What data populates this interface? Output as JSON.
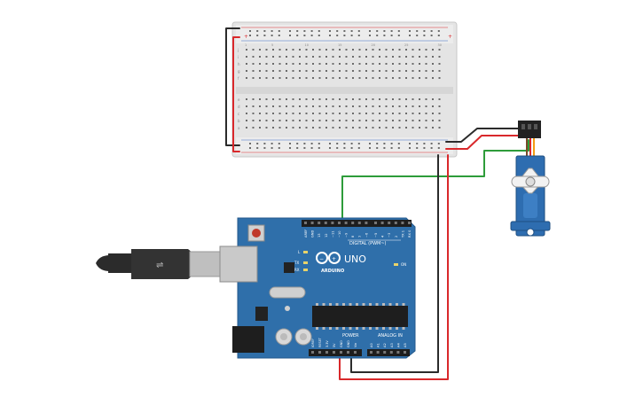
{
  "breadboard": {
    "row_labels_top": [
      "j",
      "i",
      "h",
      "g",
      "f"
    ],
    "row_labels_bottom": [
      "e",
      "d",
      "c",
      "b",
      "a"
    ],
    "column_numbers": [
      "1",
      "5",
      "10",
      "15",
      "20",
      "25",
      "30"
    ],
    "rail_plus": "+",
    "rail_minus": "−"
  },
  "arduino": {
    "brand": "ARDUINO",
    "model": "UNO",
    "digital_label": "DIGITAL (PWM~)",
    "analog_label": "ANALOG IN",
    "power_label": "POWER",
    "on_label": "ON",
    "l_label": "L",
    "tx_label": "TX",
    "rx_label": "RX",
    "digital_pins": [
      "AREF",
      "GND",
      "13",
      "12",
      "~11",
      "~10",
      "~9",
      "8",
      "7",
      "~6",
      "~5",
      "4",
      "~3",
      "2",
      "TX 1",
      "RX 0"
    ],
    "analog_pins": [
      "A0",
      "A1",
      "A2",
      "A3",
      "A4",
      "A5"
    ],
    "power_pins": [
      "IOREF",
      "RESET",
      "3.3V",
      "5V",
      "GND",
      "GND",
      "Vin"
    ]
  },
  "colors": {
    "board_blue": "#2f6faa",
    "breadboard": "#e6e6e6",
    "wire_red": "#d9282b",
    "wire_black": "#2b2b2b",
    "wire_green": "#2e9c3a",
    "servo_blue": "#2e6db0"
  }
}
